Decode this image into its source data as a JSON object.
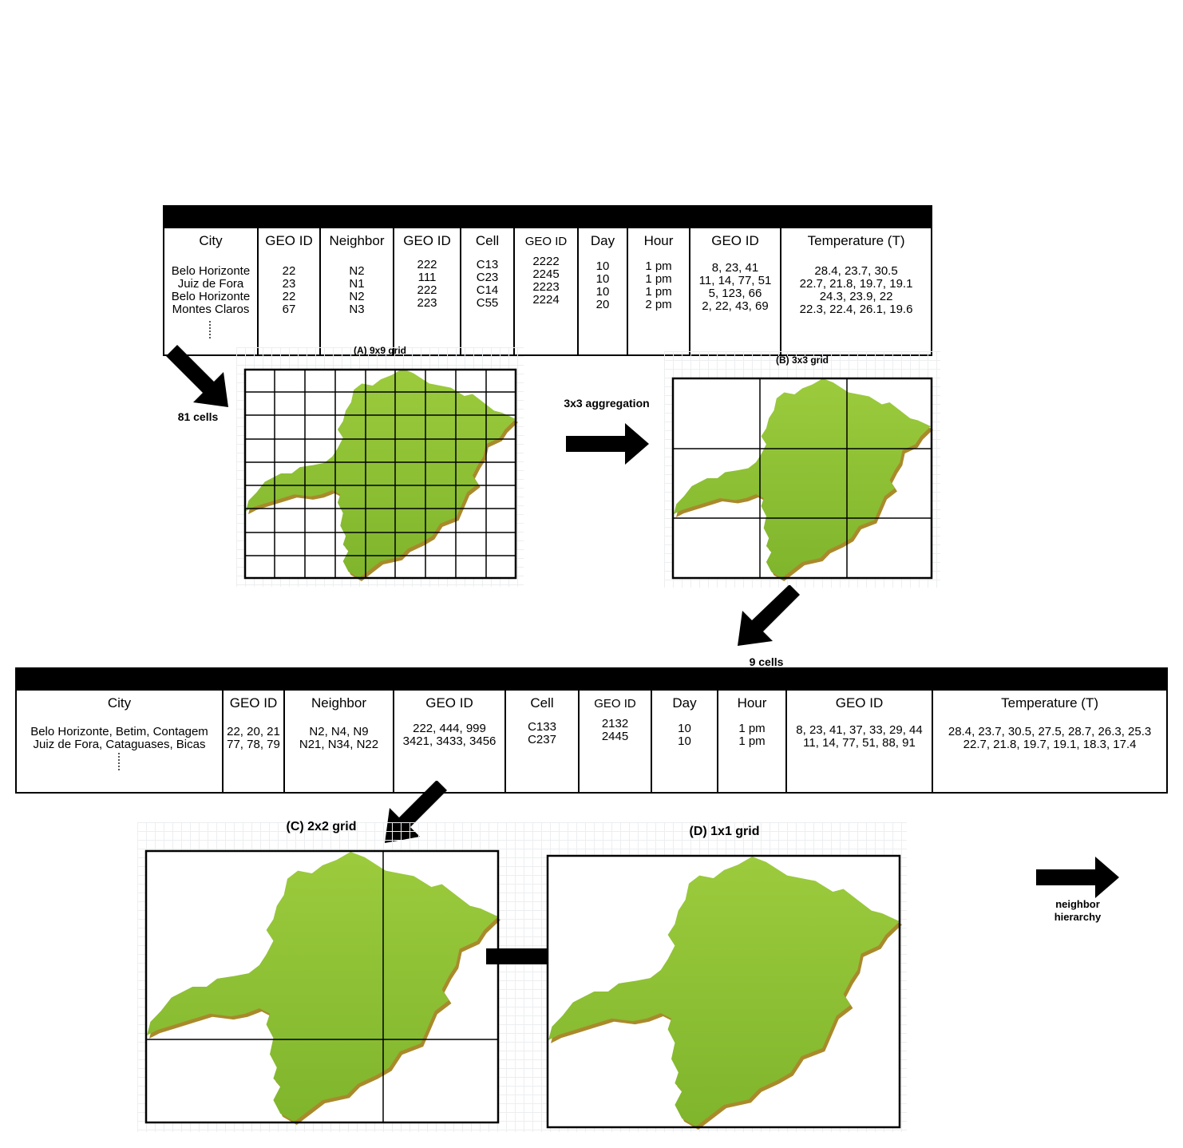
{
  "table_top": {
    "headers": [
      "City",
      "GEO ID",
      "Neighbor",
      "GEO ID",
      "Cell",
      "GEO ID",
      "Day",
      "Hour",
      "GEO ID",
      "Temperature (T)"
    ],
    "rows": [
      [
        "Belo Horizonte",
        "22",
        "N2",
        "222",
        "C13",
        "2222",
        "10",
        "1 pm",
        "8, 23, 41",
        "28.4, 23.7, 30.5"
      ],
      [
        "Juiz de Fora",
        "23",
        "N1",
        "111",
        "C23",
        "2245",
        "10",
        "1 pm",
        "11, 14, 77, 51",
        "22.7, 21.8, 19.7, 19.1"
      ],
      [
        "Belo Horizonte",
        "22",
        "N2",
        "222",
        "C14",
        "2223",
        "10",
        "1 pm",
        "5, 123, 66",
        "24.3, 23.9, 22"
      ],
      [
        "Montes Claros",
        "67",
        "N3",
        "223",
        "C55",
        "2224",
        "20",
        "2 pm",
        "2, 22, 43, 69",
        "22.3, 22.4, 26.1, 19.6"
      ]
    ]
  },
  "table_bottom": {
    "headers": [
      "City",
      "GEO ID",
      "Neighbor",
      "GEO ID",
      "Cell",
      "GEO ID",
      "Day",
      "Hour",
      "GEO ID",
      "Temperature (T)"
    ],
    "rows": [
      [
        "Belo Horizonte, Betim, Contagem",
        "22, 20, 21",
        "N2, N4, N9",
        "222, 444, 999",
        "C133",
        "2132",
        "10",
        "1 pm",
        "8, 23, 41, 37, 33, 29, 44",
        "28.4, 23.7, 30.5, 27.5, 28.7, 26.3, 25.3"
      ],
      [
        "Juiz de Fora, Cataguases, Bicas",
        "77, 78, 79",
        "N21, N34, N22",
        "3421, 3433, 3456",
        "C237",
        "2445",
        "10",
        "1 pm",
        "11, 14, 77, 51, 88, 91",
        "22.7, 21.8, 19.7, 19.1, 18.3, 17.4"
      ]
    ]
  },
  "labels": {
    "cells81": "81 cells",
    "grid_a": "(A) 9x9 grid",
    "aggregation": "3x3 aggregation",
    "grid_b": "(B) 3x3 grid",
    "cells9": "9 cells",
    "grid_c": "(C) 2x2 grid",
    "grid_d": "(D) 1x1 grid",
    "legend_arrow": "neighbor hierarchy"
  },
  "colors": {
    "map_fill": "#8dc13c",
    "map_shadow": "#a88a2b",
    "arrow": "#000000"
  }
}
